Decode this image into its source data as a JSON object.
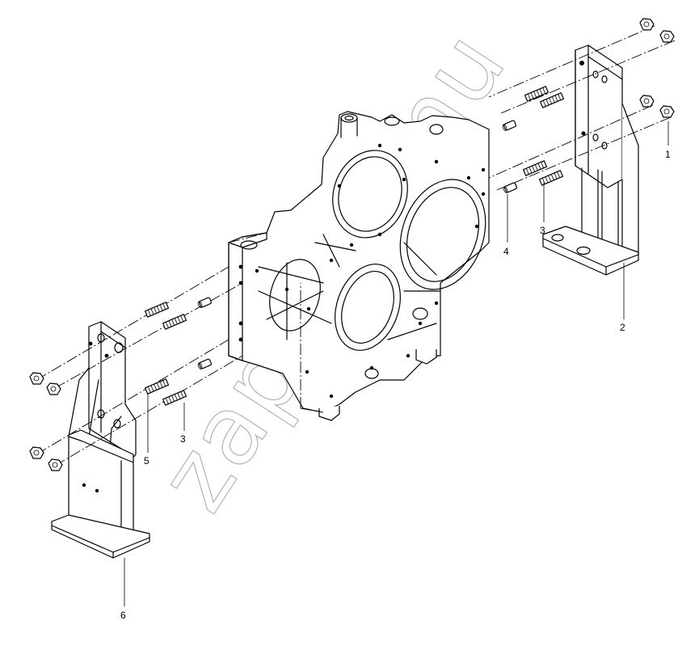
{
  "watermark": {
    "text": "zapkeramu"
  },
  "callouts": [
    {
      "id": "1",
      "label": "1"
    },
    {
      "id": "2",
      "label": "2"
    },
    {
      "id": "3a",
      "label": "3"
    },
    {
      "id": "4",
      "label": "4"
    },
    {
      "id": "3b",
      "label": "3"
    },
    {
      "id": "5",
      "label": "5"
    },
    {
      "id": "6",
      "label": "6"
    }
  ]
}
